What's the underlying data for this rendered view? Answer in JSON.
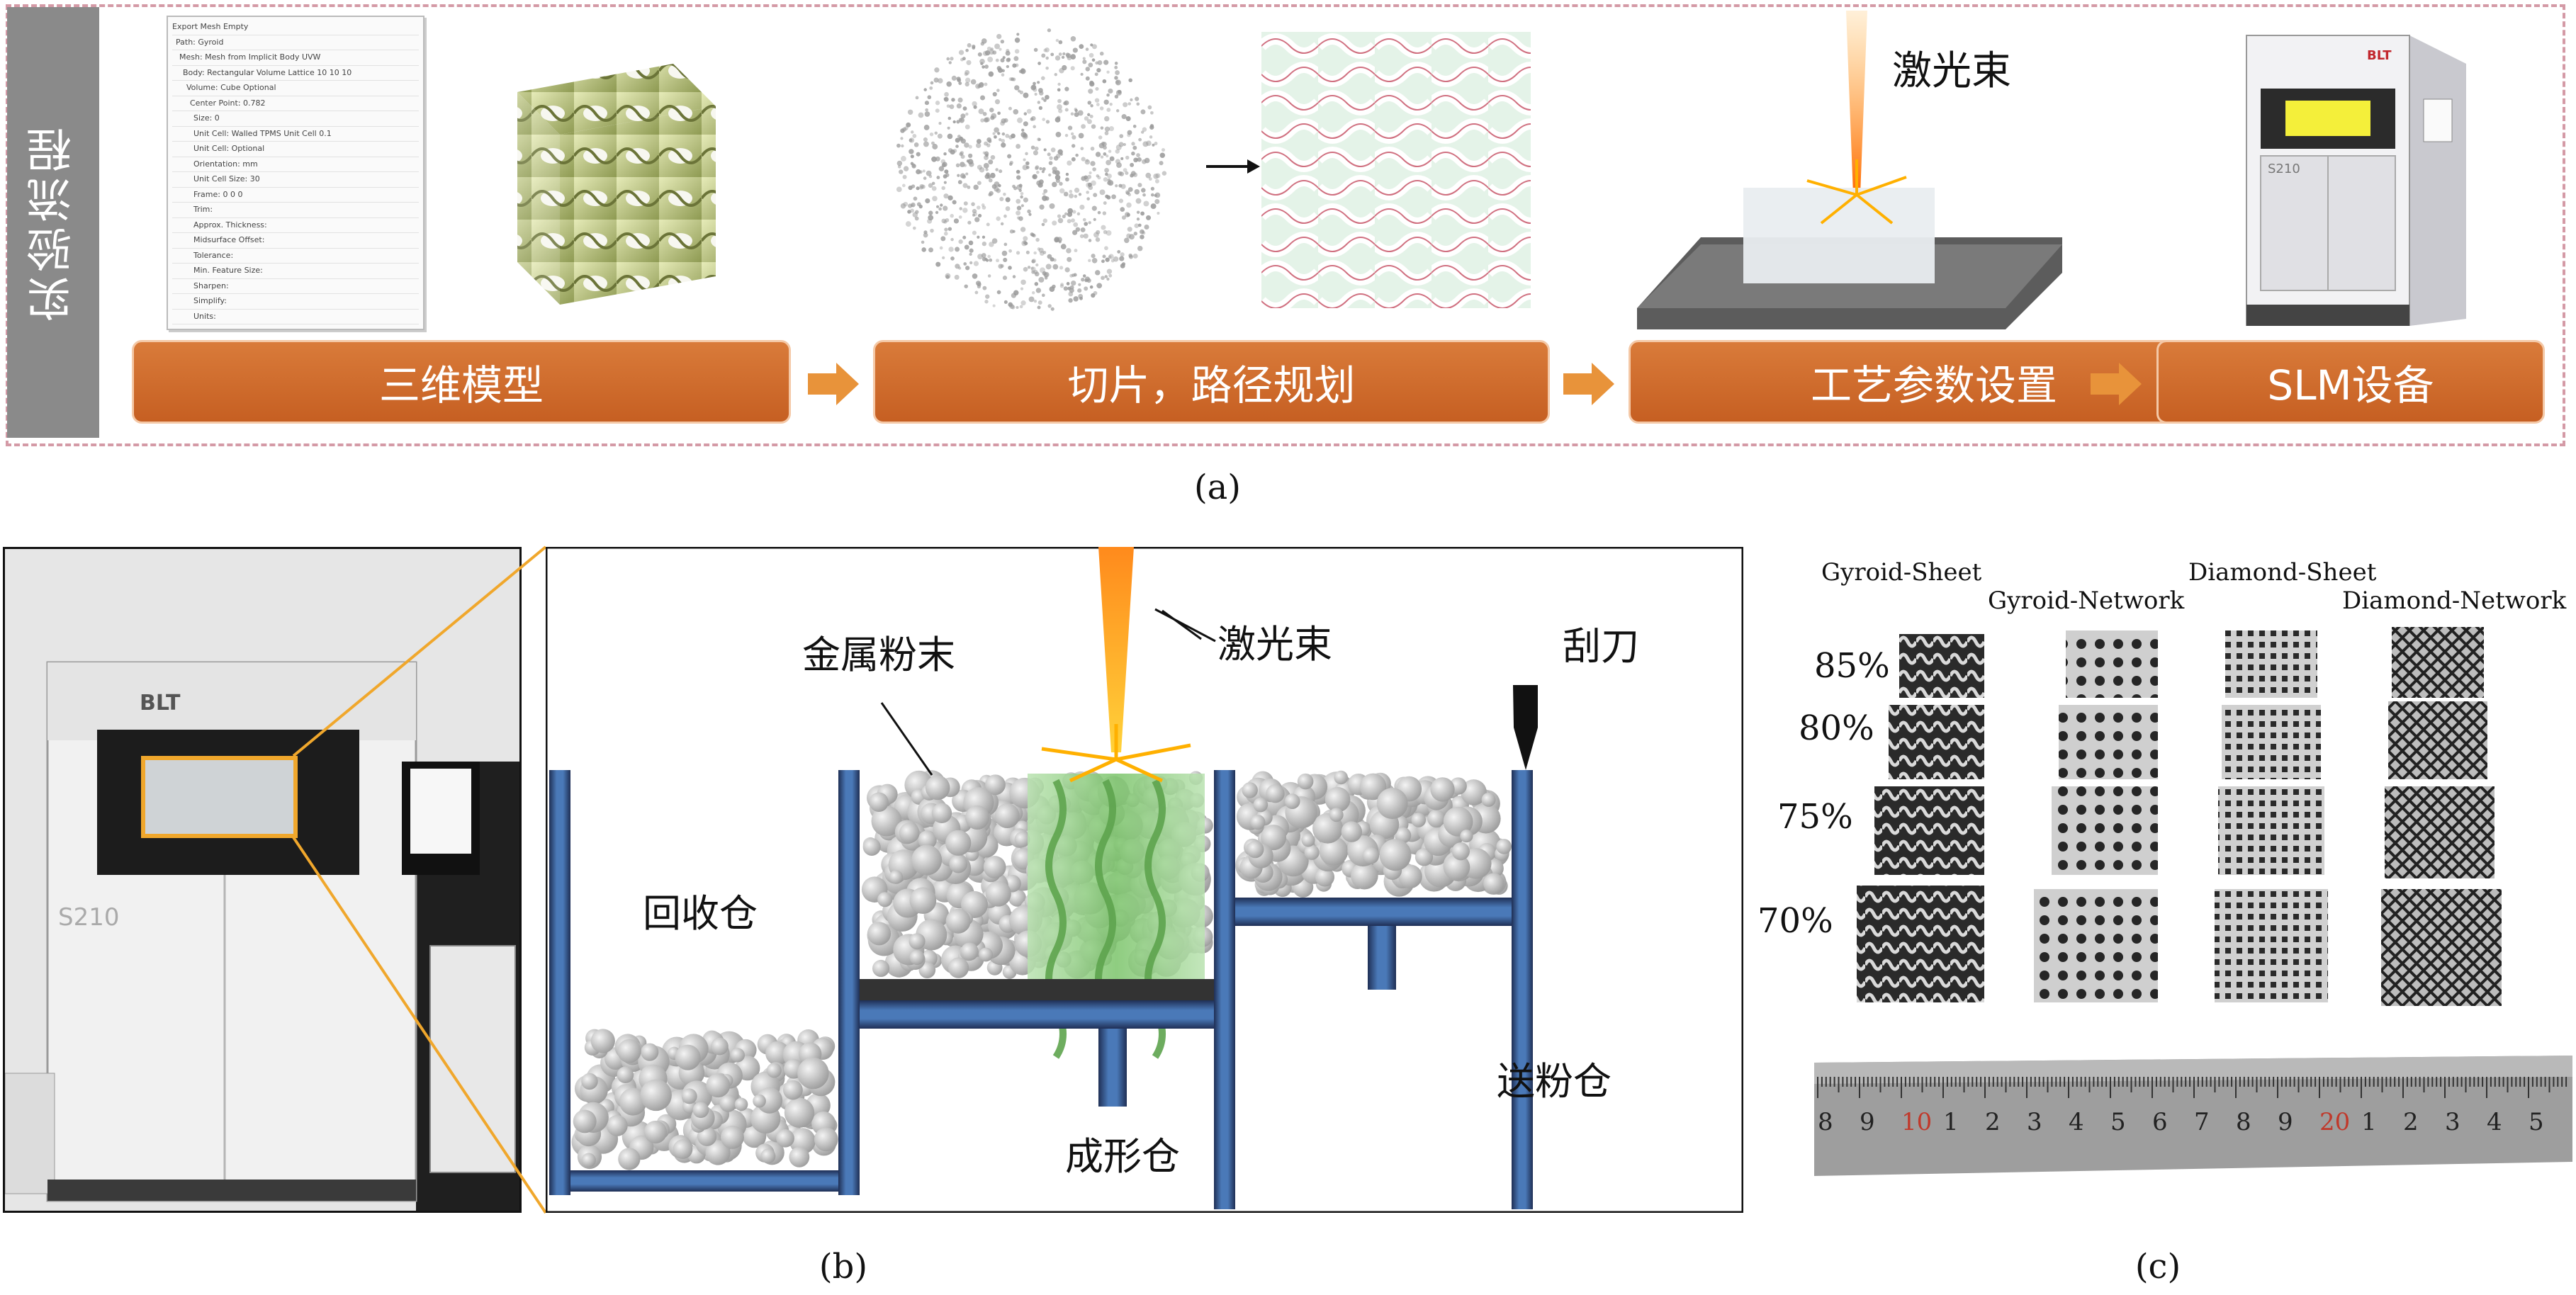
{
  "panel_a": {
    "side_label": "实验流程",
    "stages": [
      "三维模型",
      "切片，路径规划",
      "工艺参数设置",
      "SLM设备"
    ],
    "laser_label": "激光束",
    "machine_brand": "BLT",
    "machine_model": "S210",
    "caption": "(a)",
    "software_rows": [
      "Export Mesh",
      "Path:",
      "Mesh: Mesh from Implicit Body",
      "Body: Rectangular Volume Lattice",
      "Volume: Cube",
      "Center Point:",
      "Size:",
      "Unit Cell: Walled TPMS Unit Cell",
      "Unit Cell:",
      "Orientation:",
      "Unit Cell Size:",
      "Frame:",
      "Trim:",
      "Approx. Thickness:",
      "Midsurface Offset:",
      "Tolerance:",
      "Min. Feature Size:",
      "Sharpen:",
      "Simplify:",
      "Units:"
    ],
    "software_values": [
      "Empty",
      "Gyroid",
      "UVW",
      "10   10   10",
      "Optional",
      "0.782",
      "0",
      "0.1",
      "Optional",
      "mm",
      "30",
      "0   0   0"
    ]
  },
  "panel_b": {
    "caption": "(b)",
    "machine_brand": "BLT",
    "machine_model": "S210",
    "labels": {
      "powder": "金属粉末",
      "laser": "激光束",
      "blade": "刮刀",
      "recycle": "回收仓",
      "build": "成形仓",
      "feed": "送粉仓"
    }
  },
  "panel_c": {
    "caption": "(c)",
    "columns": [
      "Gyroid-Sheet",
      "Gyroid-Network",
      "Diamond-Sheet",
      "Diamond-Network"
    ],
    "rows": [
      "85%",
      "80%",
      "75%",
      "70%"
    ],
    "ruler_numbers": [
      "8",
      "9",
      "10",
      "1",
      "2",
      "3",
      "4",
      "5",
      "6",
      "7",
      "8",
      "9",
      "20",
      "1",
      "2",
      "3",
      "4",
      "5"
    ]
  },
  "colors": {
    "stage_orange": "#cf6a2a",
    "arrow_orange": "#e8933a",
    "dash_pink": "#d49aa6",
    "wall_blue": "#3a5f8f"
  }
}
